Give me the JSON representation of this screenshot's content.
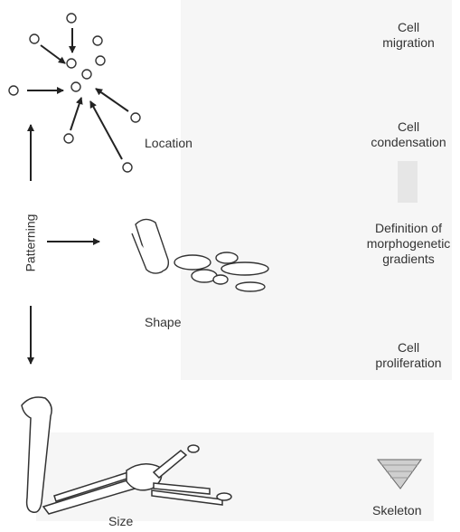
{
  "labels": {
    "location": "Location",
    "patterning": "Patterning",
    "shape": "Shape",
    "size": "Size",
    "skeleton": "Skeleton"
  },
  "steps": [
    {
      "line1": "Cell",
      "line2": "migration"
    },
    {
      "line1": "Cell",
      "line2": "condensation"
    },
    {
      "line1": "Definition of",
      "line2": "morphogenetic",
      "line3": "gradients"
    },
    {
      "line1": "Cell",
      "line2": "proliferation"
    }
  ]
}
